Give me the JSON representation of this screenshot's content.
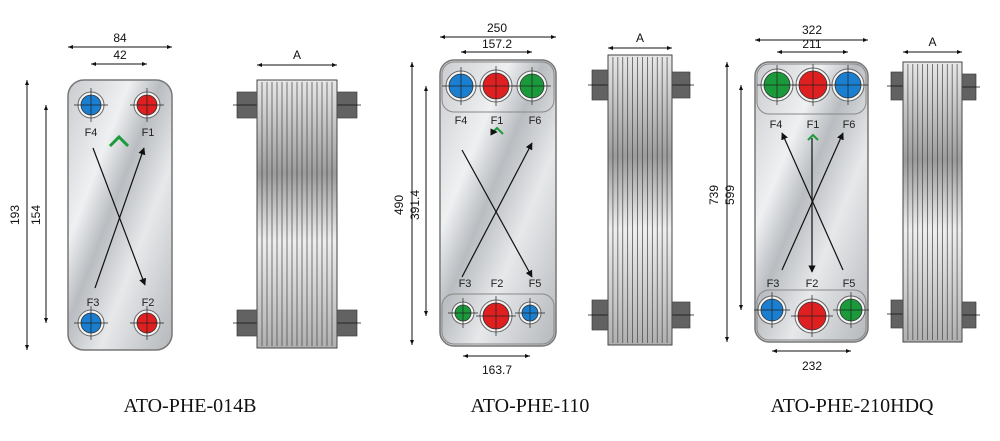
{
  "colors": {
    "blue": "#1a7fd0",
    "red": "#e02020",
    "green": "#1a9a3a",
    "chevron": "#1a9a3a"
  },
  "models": [
    {
      "name": "ATO-PHE-014B",
      "dims": {
        "width": "84",
        "port_spacing": "42",
        "height": "193",
        "port_height": "154"
      },
      "side_label": "A",
      "ports_top": [
        {
          "label": "F4",
          "color": "blue"
        },
        {
          "label": "F1",
          "color": "red"
        }
      ],
      "ports_bottom": [
        {
          "label": "F3",
          "color": "blue"
        },
        {
          "label": "F2",
          "color": "red"
        }
      ]
    },
    {
      "name": "ATO-PHE-110",
      "dims": {
        "width": "250",
        "port_spacing": "157.2",
        "height": "490",
        "port_height": "391.4",
        "bottom_spacing": "163.7"
      },
      "side_label": "A",
      "ports_top": [
        {
          "label": "F4",
          "color": "blue"
        },
        {
          "label": "F1",
          "color": "red"
        },
        {
          "label": "F6",
          "color": "green"
        }
      ],
      "ports_bottom": [
        {
          "label": "F3",
          "color": "green"
        },
        {
          "label": "F2",
          "color": "red"
        },
        {
          "label": "F5",
          "color": "blue"
        }
      ]
    },
    {
      "name": "ATO-PHE-210HDQ",
      "dims": {
        "width": "322",
        "port_spacing": "211",
        "height": "739",
        "port_height": "599",
        "bottom_spacing": "232"
      },
      "side_label": "A",
      "ports_top": [
        {
          "label": "F4",
          "color": "green"
        },
        {
          "label": "F1",
          "color": "red"
        },
        {
          "label": "F6",
          "color": "blue"
        }
      ],
      "ports_bottom": [
        {
          "label": "F3",
          "color": "blue"
        },
        {
          "label": "F2",
          "color": "red"
        },
        {
          "label": "F5",
          "color": "green"
        }
      ]
    }
  ]
}
